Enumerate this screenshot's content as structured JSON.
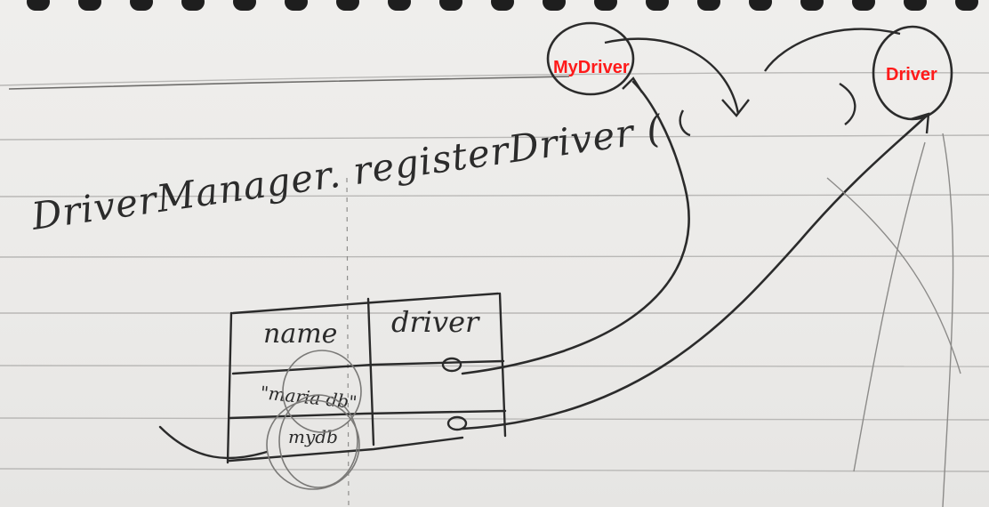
{
  "handwriting": {
    "call": "DriverManager. registerDriver (",
    "table_header_name": "name",
    "table_header_driver": "driver",
    "row1_name": "\"maria db\"",
    "row2_name": "mydb"
  },
  "labels": {
    "my_driver": "MyDriver",
    "driver": "Driver"
  },
  "colors": {
    "paper": "#eceae8",
    "ink": "#2b2b2b",
    "label_red": "#ff1a1a",
    "rule_line": "#b7b6b4"
  }
}
